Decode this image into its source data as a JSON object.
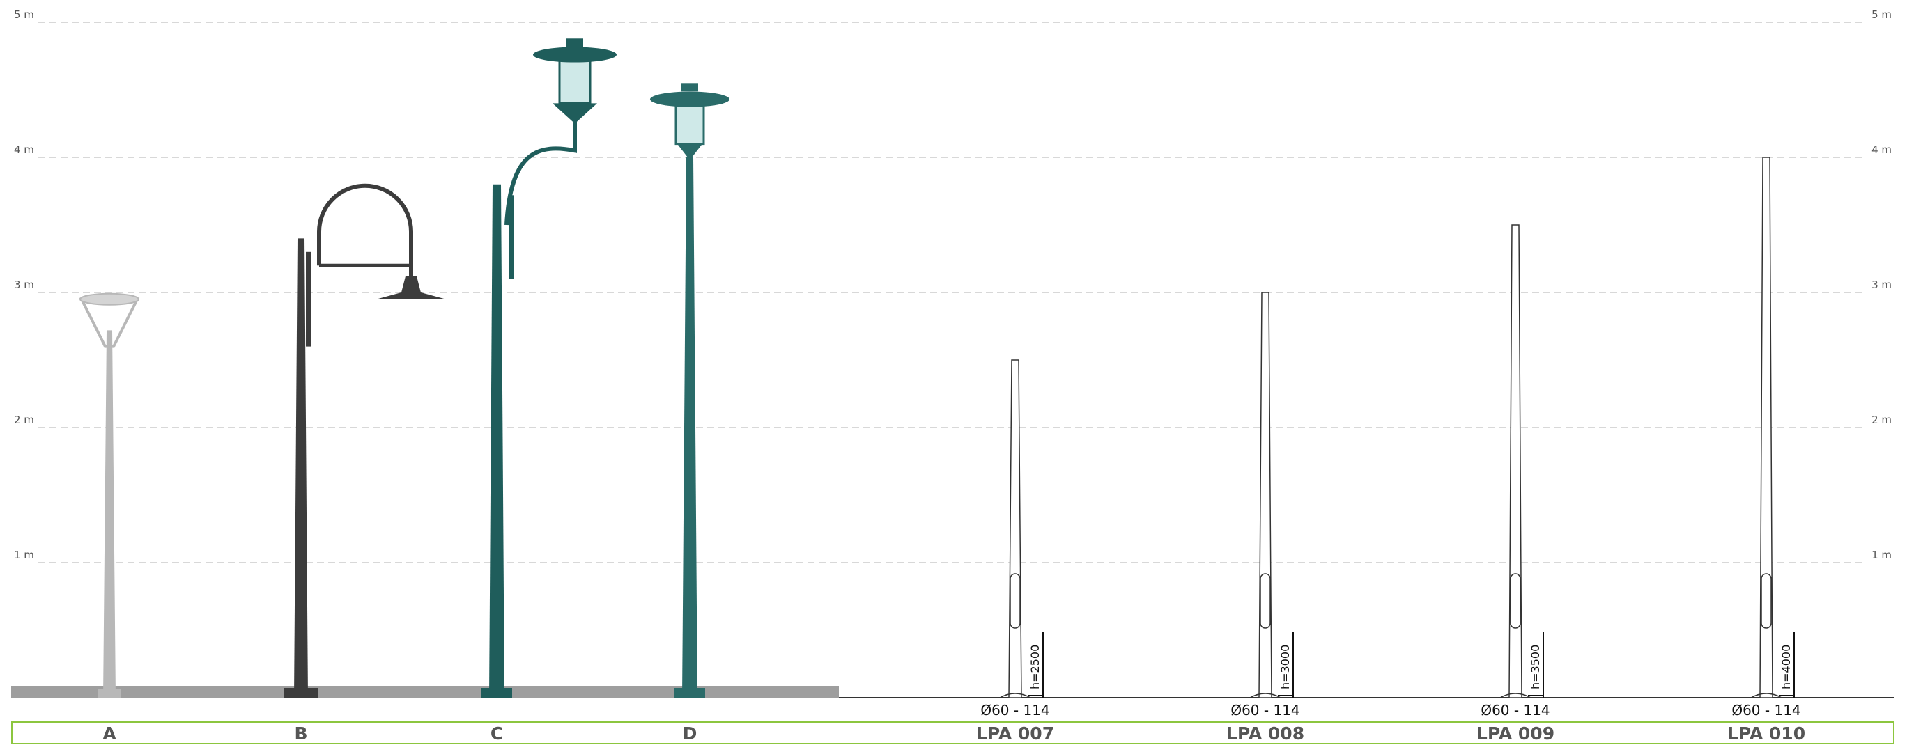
{
  "scale": {
    "unit": "m",
    "levels": [
      {
        "value": 1,
        "label": "1 m"
      },
      {
        "value": 2,
        "label": "2 m"
      },
      {
        "value": 3,
        "label": "3 m"
      },
      {
        "value": 4,
        "label": "4 m"
      },
      {
        "value": 5,
        "label": "5 m"
      }
    ]
  },
  "lamps": [
    {
      "id": "A",
      "label": "A",
      "style": "top-lantern",
      "color": "#b8b8b8",
      "height_m": 2.9
    },
    {
      "id": "B",
      "label": "B",
      "style": "arched-pendant",
      "color": "#3c3c3c",
      "height_m": 3.8
    },
    {
      "id": "C",
      "label": "C",
      "style": "bracket-lantern",
      "color": "#1f5d5b",
      "height_m": 4.8
    },
    {
      "id": "D",
      "label": "D",
      "style": "post-top-lantern",
      "color": "#2a6b69",
      "height_m": 4.5
    }
  ],
  "poles": [
    {
      "id": "LPA 007",
      "label": "LPA 007",
      "diameter": "Ø60 - 114",
      "height_label": "h=2500",
      "height_m": 2.5
    },
    {
      "id": "LPA 008",
      "label": "LPA 008",
      "diameter": "Ø60 - 114",
      "height_label": "h=3000",
      "height_m": 3.0
    },
    {
      "id": "LPA 009",
      "label": "LPA 009",
      "diameter": "Ø60 - 114",
      "height_label": "h=3500",
      "height_m": 3.5
    },
    {
      "id": "LPA 010",
      "label": "LPA 010",
      "diameter": "Ø60 - 114",
      "height_label": "h=4000",
      "height_m": 4.0
    }
  ],
  "colors": {
    "gridline": "#cccccc",
    "ground": "#9e9e9e",
    "frame": "#8cc63f",
    "pole_outline": "#333333"
  }
}
